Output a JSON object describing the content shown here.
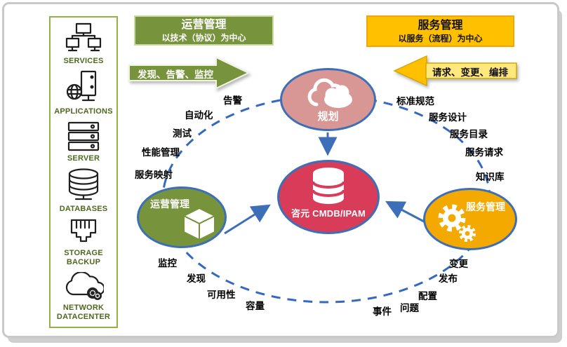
{
  "sidebar": {
    "items": [
      {
        "label": "SERVICES"
      },
      {
        "label": "APPLICATIONS"
      },
      {
        "label": "SERVER"
      },
      {
        "label": "DATABASES"
      },
      {
        "label": "STORAGE BACKUP"
      },
      {
        "label": "NETWORK DATACENTER"
      }
    ]
  },
  "banners": {
    "ops": {
      "title": "运营管理",
      "subtitle": "以技术（协议）为中心"
    },
    "svc": {
      "title": "服务管理",
      "subtitle": "以服务（流程）为中心"
    }
  },
  "flow_arrows": {
    "ops": "发现、告警、监控",
    "svc": "请求、变更、编排"
  },
  "nodes": {
    "planning": {
      "label": "规划"
    },
    "cmdb": {
      "label": "咨元 CMDB/IPAM"
    },
    "ops": {
      "label": "运营管理"
    },
    "svc": {
      "label": "服务管理"
    }
  },
  "orbit_labels": [
    "告警",
    "自动化",
    "测试",
    "性能管理",
    "服务映射",
    "监控",
    "发现",
    "可用性",
    "容量",
    "事件",
    "问题",
    "配置",
    "发布",
    "变更",
    "知识库",
    "服务请求",
    "服务目录",
    "服务设计",
    "标准规范"
  ],
  "colors": {
    "olive_green": "#77933c",
    "gold": "#ffc000",
    "rose": "#d89694",
    "crimson": "#d93c58",
    "amber_circle": "#f4a900",
    "connector_blue": "#3d6fb8",
    "sidebar_green": "#8fb347"
  }
}
